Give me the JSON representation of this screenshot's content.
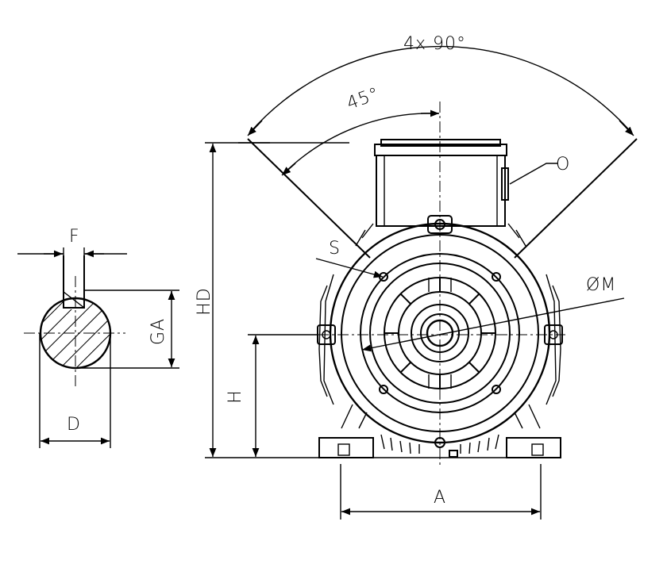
{
  "labels": {
    "angle_total": "4x 90°",
    "angle_half": "45°",
    "O": "O",
    "S": "S",
    "M": "ØM",
    "HD": "HD",
    "H": "H",
    "A": "A",
    "F": "F",
    "GA": "GA",
    "D": "D"
  },
  "colors": {
    "line": "#000000",
    "background": "#ffffff"
  }
}
